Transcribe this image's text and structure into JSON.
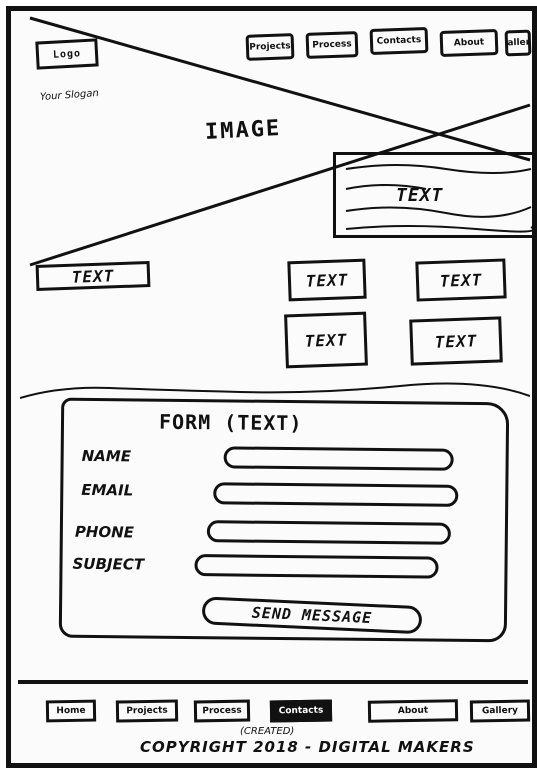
{
  "header": {
    "logo_label": "Logo",
    "tagline": "Your Slogan",
    "nav": [
      {
        "label": "Projects"
      },
      {
        "label": "Process"
      },
      {
        "label": "Contacts"
      },
      {
        "label": "About"
      },
      {
        "label": "Gallery"
      }
    ]
  },
  "hero": {
    "image_label": "IMAGE",
    "text_label": "TEXT"
  },
  "content": {
    "button_label": "TEXT",
    "text_blocks": [
      "TEXT",
      "TEXT",
      "TEXT",
      "TEXT"
    ]
  },
  "form": {
    "title": "FORM (TEXT)",
    "fields": [
      {
        "label": "NAME"
      },
      {
        "label": "EMAIL"
      },
      {
        "label": "PHONE"
      },
      {
        "label": "SUBJECT"
      }
    ],
    "submit_label": "SEND MESSAGE"
  },
  "footer": {
    "links": [
      {
        "label": "Home"
      },
      {
        "label": "Projects"
      },
      {
        "label": "Process"
      },
      {
        "label": "Contacts"
      },
      {
        "label": "About"
      },
      {
        "label": "Gallery"
      }
    ],
    "credit_small": "(CREATED)",
    "credit": "COPYRIGHT 2018 - DIGITAL MAKERS"
  }
}
